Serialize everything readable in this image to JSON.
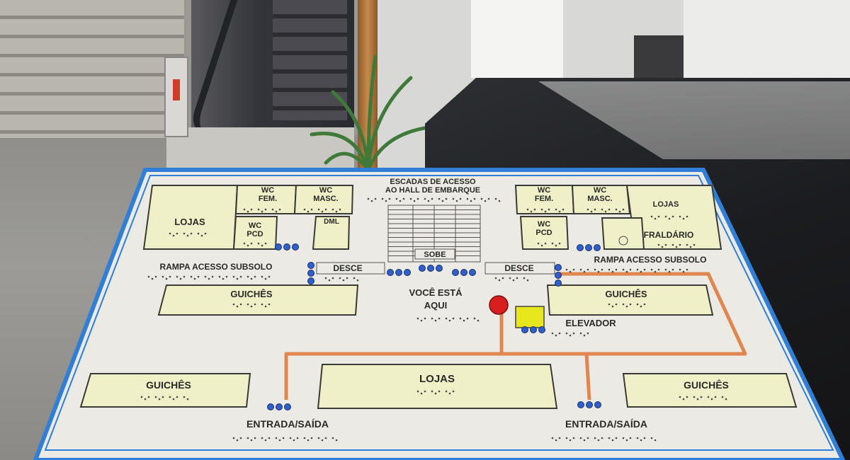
{
  "background": {
    "stair_sign_arrow_color": "#d23a2a"
  },
  "map": {
    "frame_color": "#2f7fd8",
    "board_color": "#ebeae4",
    "block_color": "#efefc8",
    "route_color": "#e0864e",
    "you_are_here_color": "#d81e1e",
    "elevator_color": "#e8e61c",
    "dot_color": "#2f5fc9",
    "top_title_1": "ESCADAS DE ACESSO",
    "top_title_2": "AO HALL DE EMBARQUE",
    "left_block": {
      "lojas": "LOJAS",
      "wc_fem_1": "WC",
      "wc_fem_2": "FEM.",
      "wc_masc_1": "WC",
      "wc_masc_2": "MASC.",
      "wc_pcd_1": "WC",
      "wc_pcd_2": "PCD",
      "dml": "DML"
    },
    "right_block": {
      "wc_fem_1": "WC",
      "wc_fem_2": "FEM.",
      "wc_masc_1": "WC",
      "wc_masc_2": "MASC.",
      "lojas": "LOJAS",
      "wc_pcd_1": "WC",
      "wc_pcd_2": "PCD",
      "fraldario": "FRALDÁRIO"
    },
    "sobe": "SOBE",
    "desce_left": "DESCE",
    "desce_right": "DESCE",
    "rampa_left": "RAMPA ACESSO SUBSOLO",
    "rampa_right": "RAMPA ACESSO SUBSOLO",
    "guiches_left": "GUICHÊS",
    "guiches_right": "GUICHÊS",
    "guiches_bottom_left": "GUICHÊS",
    "guiches_bottom_right": "GUICHÊS",
    "voce_esta_1": "VOCÊ ESTÁ",
    "voce_esta_2": "AQUI",
    "elevador": "ELEVADOR",
    "lojas_center": "LOJAS",
    "entrada_left": "ENTRADA/SAÍDA",
    "entrada_right": "ENTRADA/SAÍDA"
  }
}
